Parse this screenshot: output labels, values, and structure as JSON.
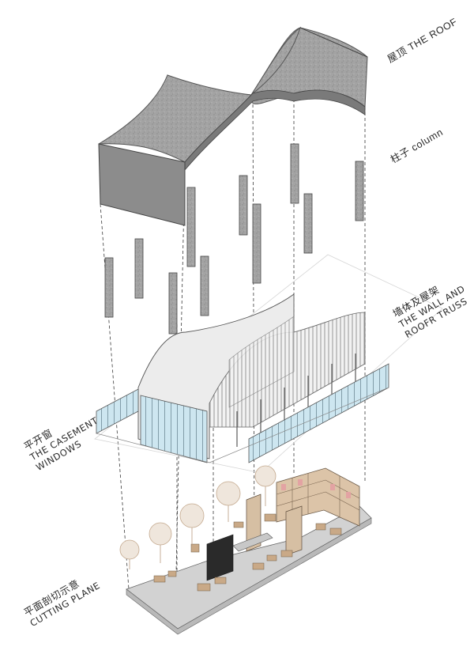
{
  "labels": {
    "roof": "屋顶 THE ROOF",
    "column": "柱子 column",
    "wall_line1": "墙体及屋架",
    "wall_line2": "THE WALL AND",
    "wall_line3": "ROOFR TRUSS",
    "casement_line1": "平开窗",
    "casement_line2": "THE CASEMENT",
    "casement_line3": "WINDOWS",
    "cutting_line1": "平面剖切示意",
    "cutting_line2": "CUTTING PLANE"
  },
  "colors": {
    "concrete": "#9a9a9a",
    "concrete_dark": "#6e6e6e",
    "wall": "#e9e9e9",
    "glass": "#c9e3ee",
    "floor": "#d4d4d4",
    "wood": "#d8c0a5",
    "accent_pink": "#e3a3a3"
  }
}
